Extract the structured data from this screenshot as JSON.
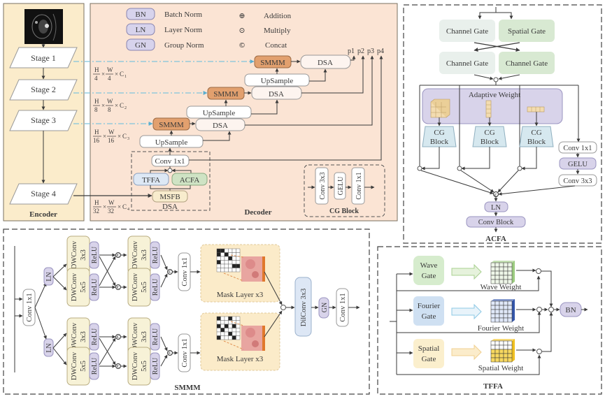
{
  "encoder": {
    "title": "Encoder",
    "stages": [
      "Stage 1",
      "Stage 2",
      "Stage 3",
      "Stage 4"
    ],
    "input_image": "ct-scan-image"
  },
  "decoder": {
    "title": "Decoder",
    "legend": [
      {
        "abbr": "BN",
        "label": "Batch Norm"
      },
      {
        "abbr": "LN",
        "label": "Layer Norm"
      },
      {
        "abbr": "GN",
        "label": "Group Norm"
      }
    ],
    "ops_legend": [
      {
        "symbol": "⊕",
        "label": "Addition"
      },
      {
        "symbol": "⊙",
        "label": "Multiply"
      },
      {
        "symbol": "©",
        "label": "Concat"
      }
    ],
    "dims": [
      {
        "num_h": "H",
        "den_h": "4",
        "num_w": "W",
        "den_w": "4",
        "c": "C",
        "sub": "1"
      },
      {
        "num_h": "H",
        "den_h": "8",
        "num_w": "W",
        "den_w": "8",
        "c": "C",
        "sub": "2"
      },
      {
        "num_h": "H",
        "den_h": "16",
        "num_w": "W",
        "den_w": "16",
        "c": "C",
        "sub": "3"
      },
      {
        "num_h": "H",
        "den_h": "32",
        "num_w": "W",
        "den_w": "32",
        "c": "C",
        "sub": "4"
      }
    ],
    "smmm": "SMMM",
    "dsa": "DSA",
    "upsample": "UpSample",
    "conv1x1": "Conv 1x1",
    "tffa": "TFFA",
    "acfa": "ACFA",
    "msfb": "MSFB",
    "outputs": [
      "p1",
      "p2",
      "p3",
      "p4"
    ],
    "cg_block": {
      "title": "CG Block",
      "layers": [
        "Conv 3x3",
        "GELU",
        "Conv 1x1"
      ]
    }
  },
  "acfa": {
    "title": "ACFA",
    "gates_row1": [
      "Channel Gate",
      "Spatial Gate"
    ],
    "gates_row2": [
      "Channel Gate",
      "Channel Gate"
    ],
    "adaptive_weight": "Adaptive Weight",
    "cg_block_line1": "CG",
    "cg_block_line2": "Block",
    "side_branch": [
      "Conv 1x1",
      "GELU",
      "Conv 3x3"
    ],
    "ln": "LN",
    "conv_block": "Conv Block"
  },
  "smmm": {
    "title": "SMMM",
    "conv1x1": "Conv 1x1",
    "ln": "LN",
    "dwconv3": "DWConv 3x3",
    "dwconv5": "DWConv 5x5",
    "dw_word": "DWConv",
    "k3": "3x3",
    "k5": "5x5",
    "relu": "ReLU",
    "mask_layer": "Mask Layer x3",
    "dilconv": "DilConv 3x3",
    "gn": "GN"
  },
  "tffa": {
    "title": "TFFA",
    "gates": [
      {
        "l1": "Wave",
        "l2": "Gate",
        "weight": "Wave Weight"
      },
      {
        "l1": "Fourier",
        "l2": "Gate",
        "weight": "Fourier Weight"
      },
      {
        "l1": "Spatial",
        "l2": "Gate",
        "weight": "Spatial Weight"
      }
    ],
    "bn": "BN"
  },
  "colors": {
    "encoder_bg": "#fbeccb",
    "decoder_bg": "#fbe4d4",
    "smmm_fill": "#e2a06e",
    "norm_fill": "#d7d3ec",
    "tffa_fill": "#dde8f5",
    "acfa_fill": "#cfe3c4",
    "msfb_fill": "#f8eccd",
    "skip_line": "#7fc4dc",
    "gate_light": "#e9f0ec",
    "gate_green": "#d8e9d2",
    "adaptive_fill": "#d8d3ea",
    "cg_fill": "#d6e8ef",
    "dwconv_fill": "#f7f2d7",
    "mask_fill": "#fbebc9",
    "dilconv_fill": "#dde7f5",
    "wave_fill": "#d6eccd",
    "fourier_fill": "#cfe0f2",
    "spatial_fill": "#fbefcd"
  }
}
